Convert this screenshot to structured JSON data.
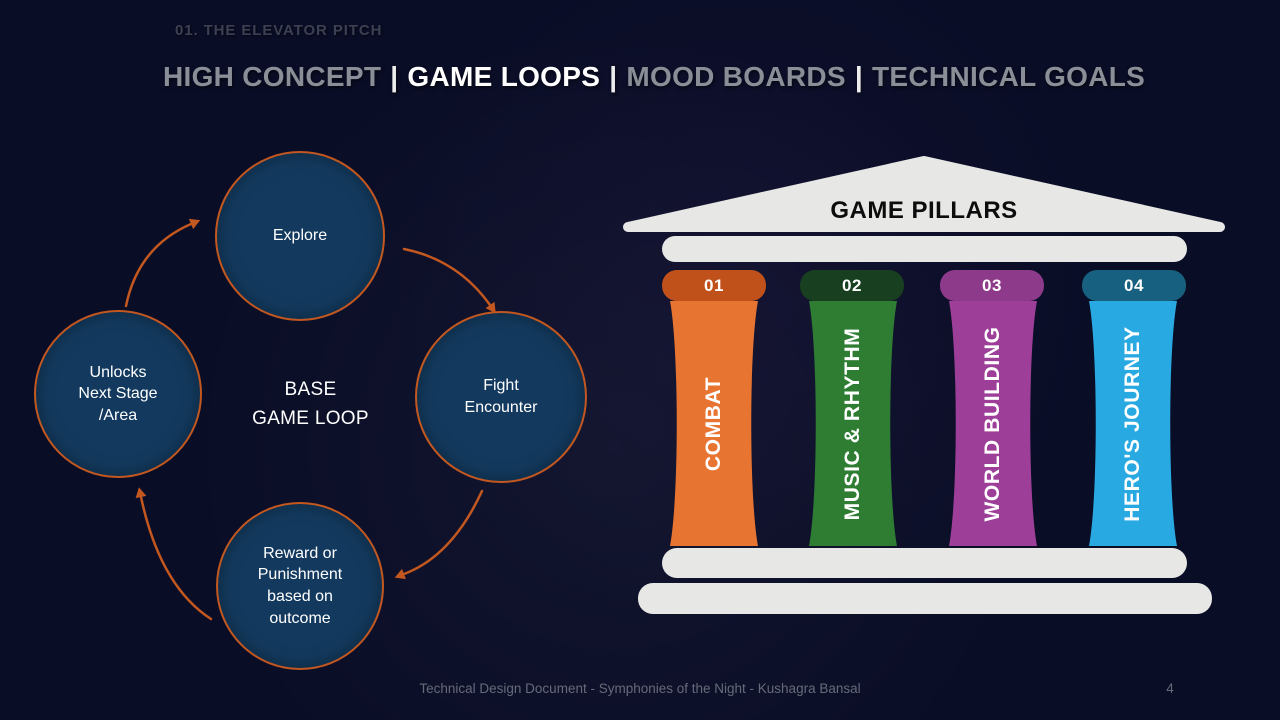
{
  "slide": {
    "eyebrow": "01. THE ELEVATOR PITCH",
    "title": {
      "separator": "|",
      "segments": [
        {
          "text": "HIGH CONCEPT",
          "emphasis": false
        },
        {
          "text": "GAME LOOPS",
          "emphasis": true
        },
        {
          "text": "MOOD BOARDS",
          "emphasis": false
        },
        {
          "text": "TECHNICAL GOALS",
          "emphasis": false
        }
      ]
    },
    "footer_text": "Technical Design Document - Symphonies of the Night - Kushagra Bansal",
    "page_number": "4"
  },
  "game_loop": {
    "center_label": "BASE\nGAME LOOP",
    "nodes": [
      {
        "label": "Explore"
      },
      {
        "label": "Fight\nEncounter"
      },
      {
        "label": "Reward or\nPunishment\nbased on\noutcome"
      },
      {
        "label": "Unlocks\nNext Stage\n/Area"
      }
    ],
    "colors": {
      "node_fill": "#133a5e",
      "node_border": "#c2571f",
      "arrow": "#c2571f"
    }
  },
  "pillars": {
    "title": "GAME PILLARS",
    "structure_color": "#e7e7e5",
    "items": [
      {
        "number": "01",
        "label": "COMBAT",
        "badge_color": "#c0511b",
        "pillar_color": "#e87431"
      },
      {
        "number": "02",
        "label": "MUSIC & RHYTHM",
        "badge_color": "#183f20",
        "pillar_color": "#2e7d33"
      },
      {
        "number": "03",
        "label": "WORLD BUILDING",
        "badge_color": "#8e3a8a",
        "pillar_color": "#9d3f98"
      },
      {
        "number": "04",
        "label": "HERO'S JOURNEY",
        "badge_color": "#17607f",
        "pillar_color": "#29a9e1"
      }
    ]
  }
}
